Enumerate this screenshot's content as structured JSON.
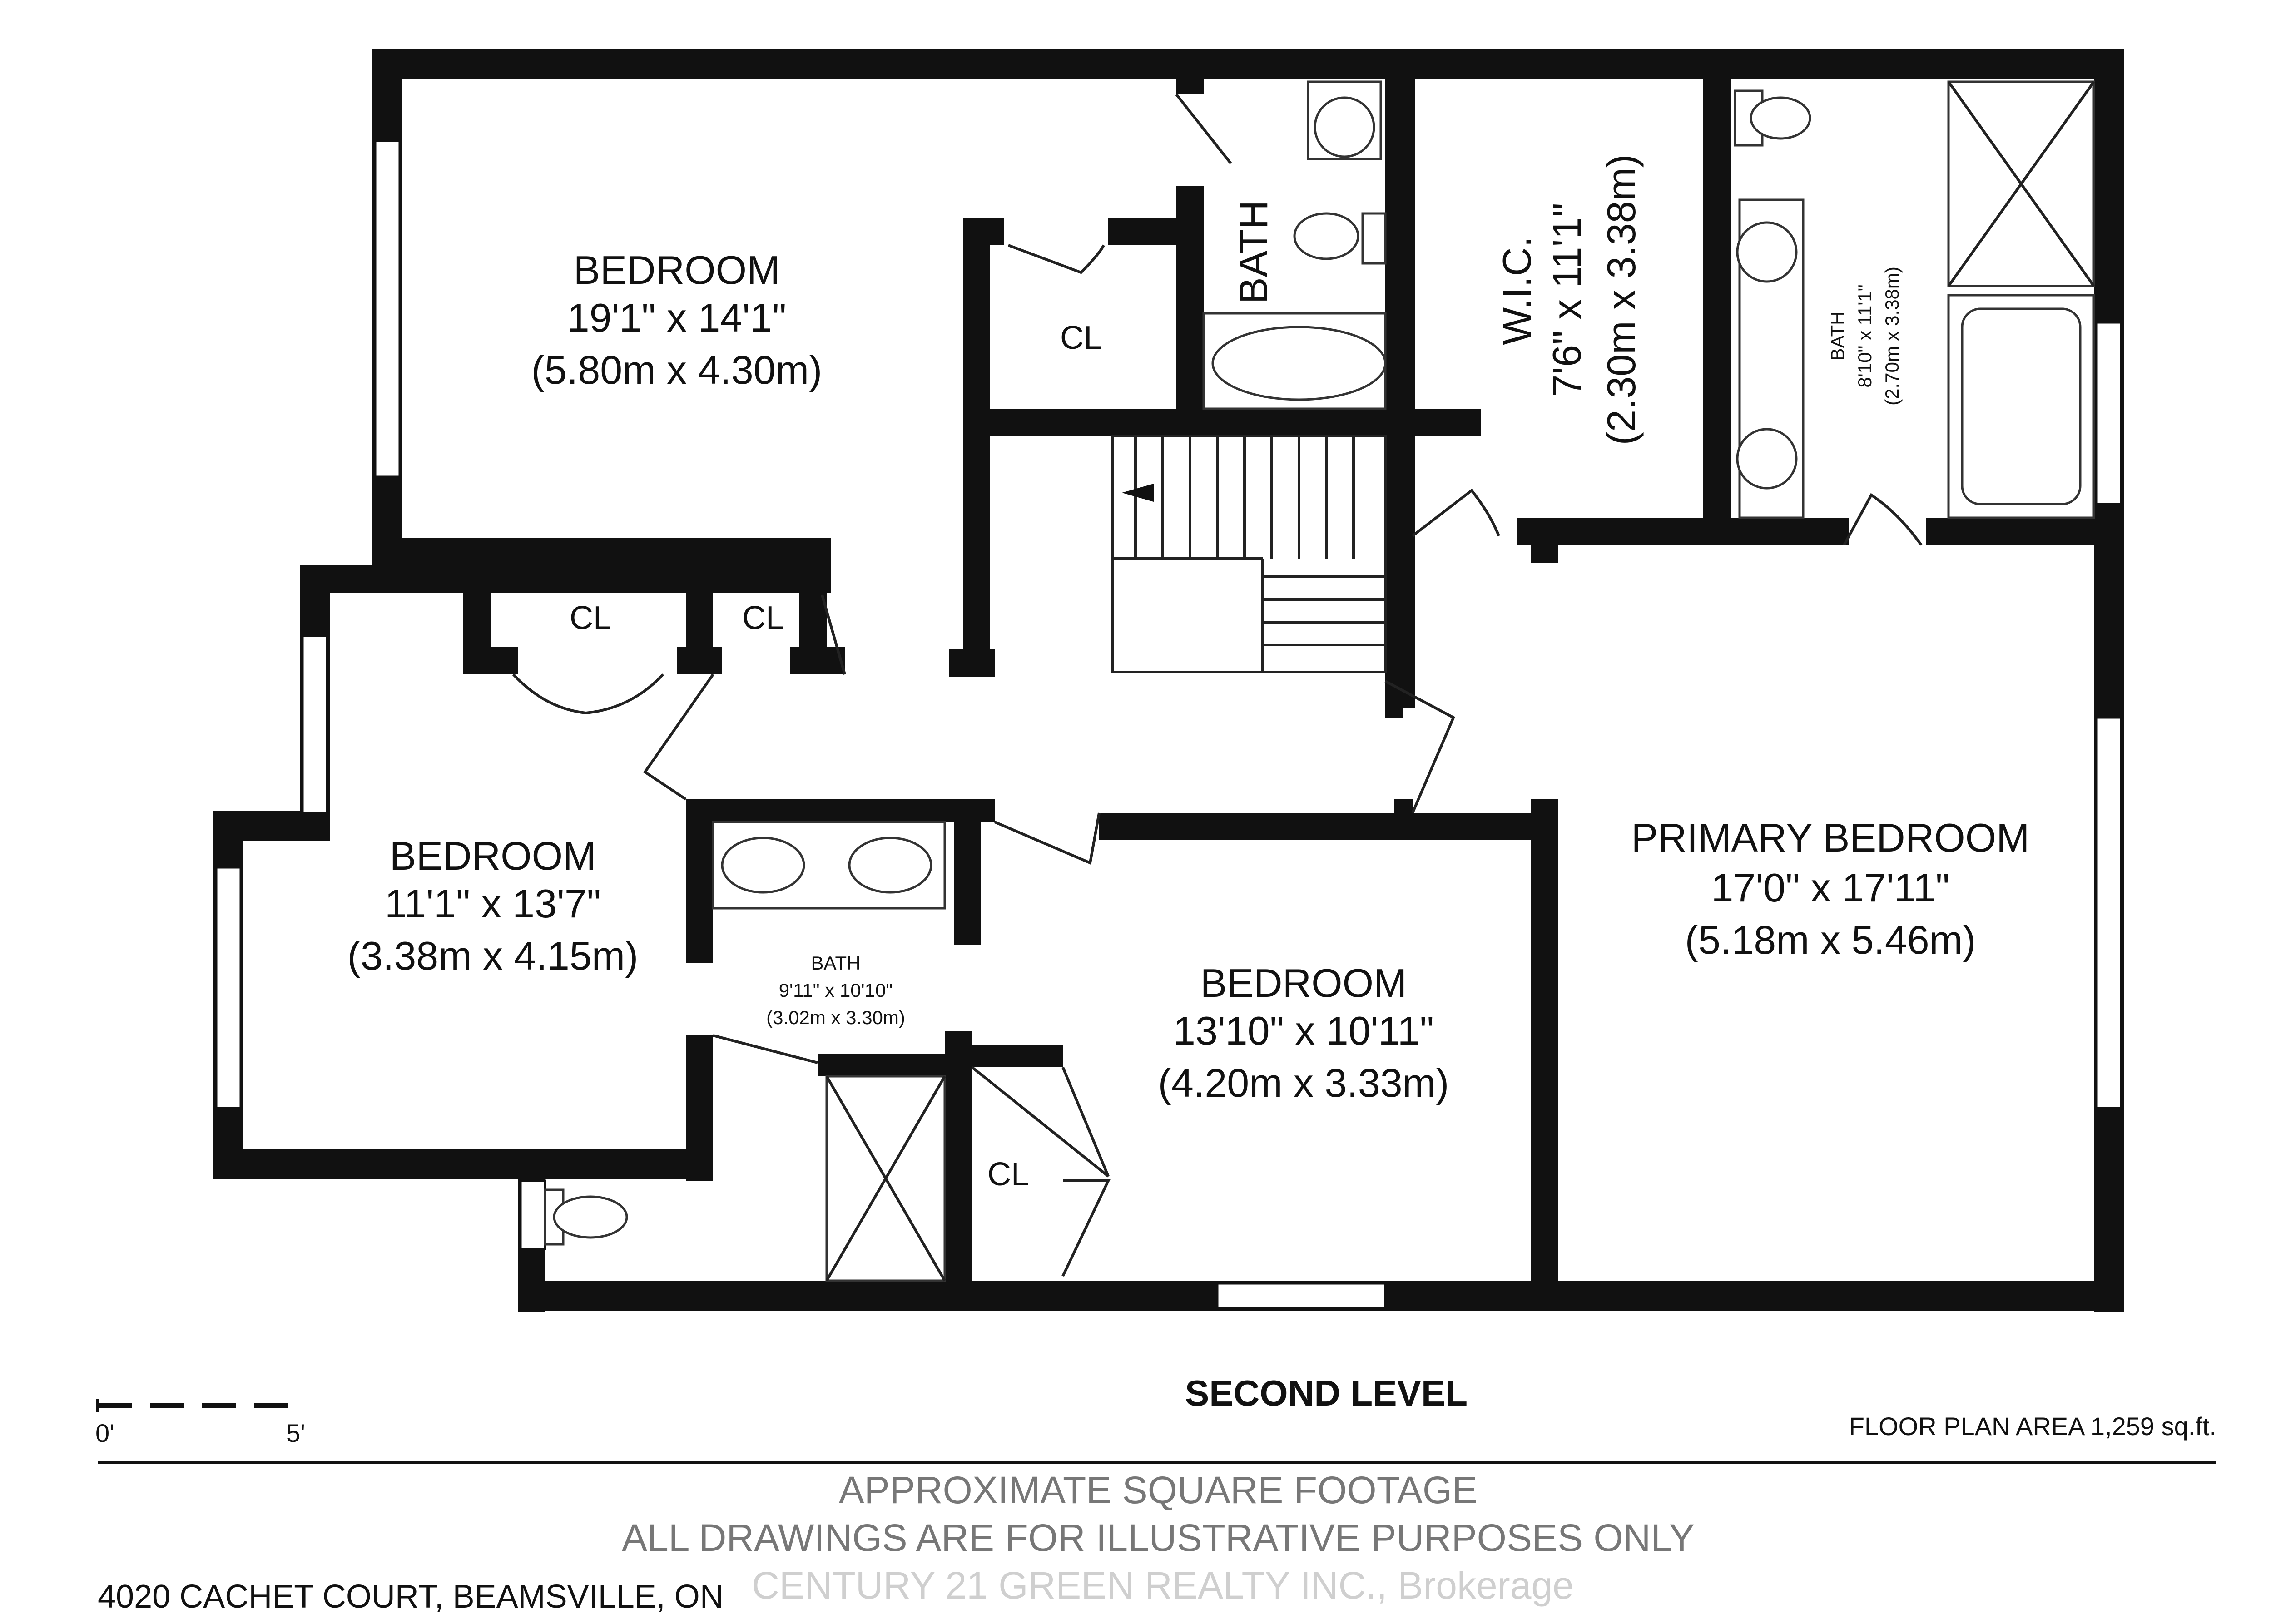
{
  "rooms": {
    "bedroom_top": {
      "name": "BEDROOM",
      "imperial": "19'1\" x 14'1\"",
      "metric": "(5.80m x 4.30m)"
    },
    "bath_top": {
      "name": "BATH"
    },
    "closet_top": {
      "name": "CL"
    },
    "wic": {
      "name": "W.I.C.",
      "imperial": "7'6\" x 11'1\"",
      "metric": "(2.30m x 3.38m)"
    },
    "ensuite": {
      "name": "BATH",
      "imperial": "8'10\" x 11'1\"",
      "metric": "(2.70m x 3.38m)"
    },
    "closet_left_1": {
      "name": "CL"
    },
    "closet_left_2": {
      "name": "CL"
    },
    "bedroom_left": {
      "name": "BEDROOM",
      "imperial": "11'1\" x 13'7\"",
      "metric": "(3.38m x 4.15m)"
    },
    "bath_mid": {
      "name": "BATH",
      "imperial": "9'11\" x 10'10\"",
      "metric": "(3.02m x 3.30m)"
    },
    "bedroom_mid": {
      "name": "BEDROOM",
      "imperial": "13'10\" x 10'11\"",
      "metric": "(4.20m x 3.33m)"
    },
    "closet_mid": {
      "name": "CL"
    },
    "primary": {
      "name": "PRIMARY BEDROOM",
      "imperial": "17'0\" x 17'11\"",
      "metric": "(5.18m x 5.46m)"
    }
  },
  "level_title": "SECOND LEVEL",
  "scale": {
    "start": "0'",
    "end": "5'"
  },
  "area": "FLOOR PLAN AREA 1,259 sq.ft.",
  "disclaimer": {
    "line1": "APPROXIMATE SQUARE FOOTAGE",
    "line2": "ALL DRAWINGS ARE FOR ILLUSTRATIVE PURPOSES ONLY"
  },
  "address": "4020 CACHET COURT, BEAMSVILLE, ON",
  "watermark": "CENTURY 21 GREEN REALTY INC., Brokerage"
}
